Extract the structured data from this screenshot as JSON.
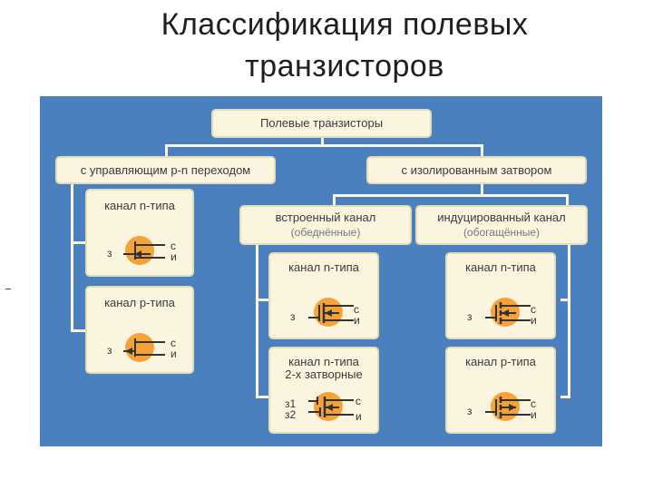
{
  "title": {
    "line1": "Классификация полевых",
    "line2": "транзисторов"
  },
  "tree": {
    "root": "Полевые транзисторы",
    "pn_junction": {
      "label": "с управляющим р-n переходом",
      "n_channel": "канал n-типа",
      "p_channel": "канал р-типа"
    },
    "insulated_gate": {
      "label": "с изолированным затвором",
      "built_in": {
        "label": "встроенный канал",
        "sub": "(обеднённые)",
        "n_channel": "канал n-типа",
        "n_channel_dual": "канал n-типа",
        "n_channel_dual_2": "2-х затворные"
      },
      "induced": {
        "label": "индуцированный канал",
        "sub": "(обогащённые)",
        "n_channel": "канал n-типа",
        "p_channel": "канал р-типа"
      }
    }
  },
  "pins": {
    "gate": "з",
    "source": "с",
    "drain": "и",
    "gate1": "з1",
    "gate2": "з2"
  },
  "colors": {
    "panel": "#4a80bd",
    "box": "#fbf5e0",
    "symbol_circle": "#f5a23a"
  }
}
